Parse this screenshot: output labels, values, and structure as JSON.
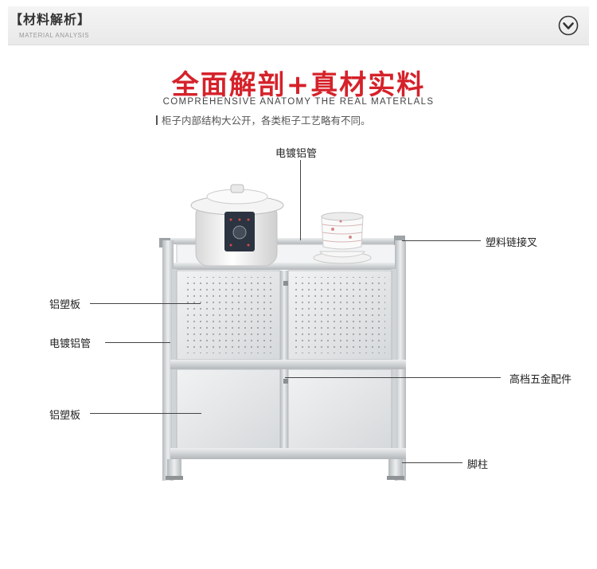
{
  "header": {
    "title": "【材料解析】",
    "subtitle": "MATERIAL ANALYSIS",
    "icon": "chevron-down-circle-icon"
  },
  "headline": {
    "title": "全面解剖+真材实料",
    "subtitle_en": "COMPREHENSIVE ANATOMY THE REAL MATERLALS",
    "note": "柜子内部结构大公开，各类柜子工艺略有不同。"
  },
  "callouts": {
    "top_tube": "电镀铝管",
    "plastic_joint": "塑料链接叉",
    "upper_panel": "铝塑板",
    "side_tube": "电镀铝管",
    "hardware": "高档五金配件",
    "lower_panel": "铝塑板",
    "foot": "脚柱"
  },
  "colors": {
    "accent": "#d5222a",
    "aluminum": "#c9ccce",
    "panel": "#e4e6e7"
  }
}
